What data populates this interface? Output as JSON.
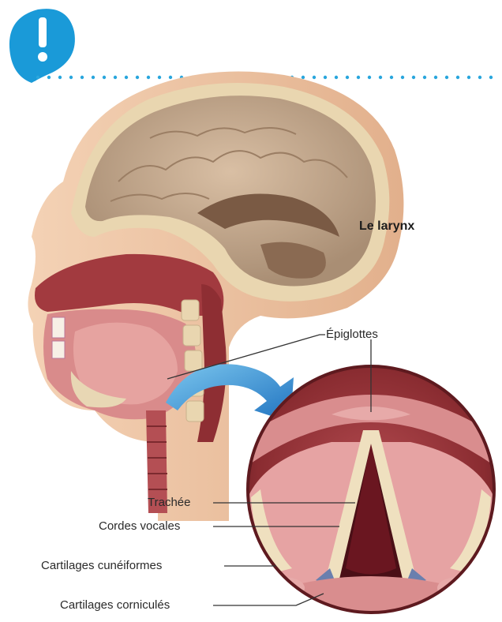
{
  "title": "Le larynx",
  "labels": {
    "epiglottes": "Épiglottes",
    "trachee": "Trachée",
    "cordes_vocales": "Cordes vocales",
    "cartilages_cuneiformes": "Cartilages cunéiformes",
    "cartilages_cornicules": "Cartilages corniculés"
  },
  "colors": {
    "badge": "#1a9ad8",
    "dots": "#29a6dd",
    "arrow": "#2b8fd0",
    "skin": "#efc6a4",
    "brain": "#c7a98c",
    "tissue": "#d98b8b",
    "throat": "#8e2e33",
    "cartilage": "#efe0bf"
  },
  "icons": {
    "badge": "exclamation-icon"
  }
}
